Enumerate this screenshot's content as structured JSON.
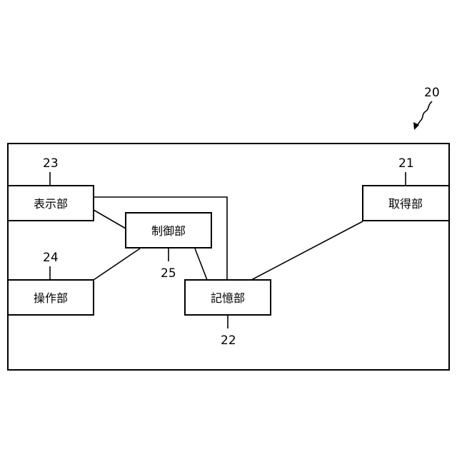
{
  "device": {
    "ref": "20"
  },
  "blocks": {
    "acquisition": {
      "label": "取得部",
      "ref": "21"
    },
    "storage": {
      "label": "記憶部",
      "ref": "22"
    },
    "display": {
      "label": "表示部",
      "ref": "23"
    },
    "operation": {
      "label": "操作部",
      "ref": "24"
    },
    "control": {
      "label": "制御部",
      "ref": "25"
    }
  }
}
